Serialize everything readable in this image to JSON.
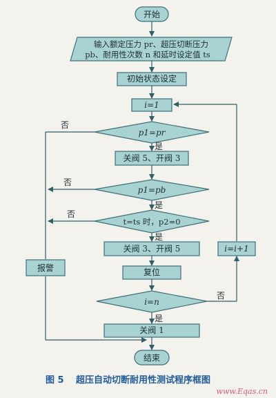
{
  "diagram": {
    "start": "开始",
    "input_line1": "输入额定压力 pr、超压切断压力",
    "input_line2": "pb、耐用性次数 n 和延时设定值 ts",
    "init": "初始状态设定",
    "set_i": "i=1",
    "decision1": "p1=pr",
    "close5_open3": "关阀 5、开阀 3",
    "decision2": "p1=pb",
    "decision3": "t=ts 时，p2=0",
    "close3_open5": "关阀 3、开阀 5",
    "reset": "复位",
    "decision4": "i=n",
    "close1": "关阀 1",
    "end": "结束",
    "alarm": "报警",
    "increment": "i=i+1",
    "yes": "是",
    "no": "否"
  },
  "caption": {
    "figure_no": "图 5",
    "title": "超压自动切断耐用性测试程序框图"
  },
  "watermark": "www.Eqas.cn",
  "colors": {
    "box_fill": "#a9d3d2",
    "box_stroke": "#3d6f78",
    "line": "#2f5f68",
    "text": "#1d2e34",
    "caption": "#1f5b9c",
    "watermark": "#d65a86"
  }
}
